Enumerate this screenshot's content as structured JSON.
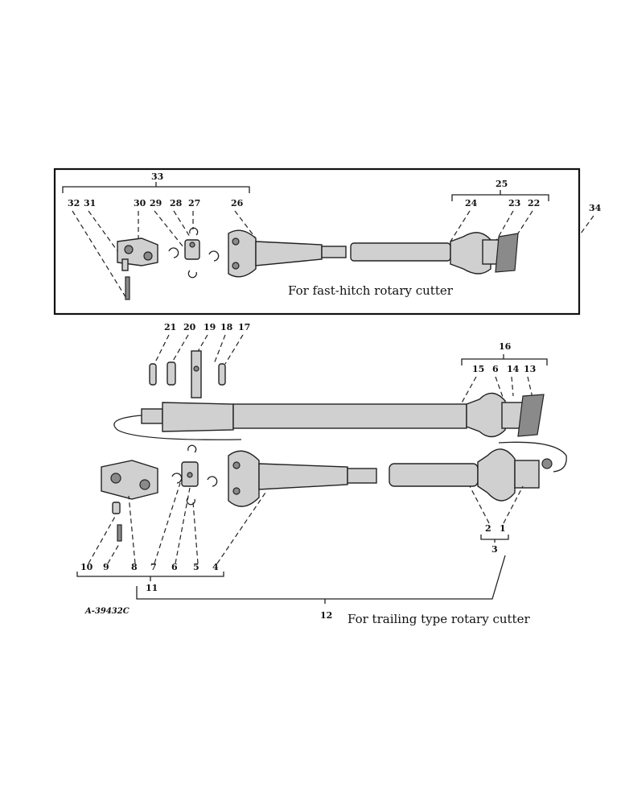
{
  "figure_ref": "A-39432C",
  "captions": {
    "fast_hitch": "For fast-hitch rotary cutter",
    "trailing": "For trailing type rotary cutter"
  },
  "callouts": {
    "top": [
      "32",
      "31",
      "30",
      "29",
      "28",
      "27",
      "26",
      "24",
      "23",
      "22"
    ],
    "group_33": "33",
    "group_25": "25",
    "group_34": "34",
    "mid": [
      "21",
      "20",
      "19",
      "18",
      "17"
    ],
    "group_16": "16",
    "right_mid": [
      "15",
      "6",
      "14",
      "13"
    ],
    "bottom": [
      "10",
      "9",
      "8",
      "7",
      "6",
      "5",
      "4"
    ],
    "group_11": "11",
    "right_bottom": [
      "2",
      "1"
    ],
    "group_3": "3",
    "group_12": "12"
  }
}
